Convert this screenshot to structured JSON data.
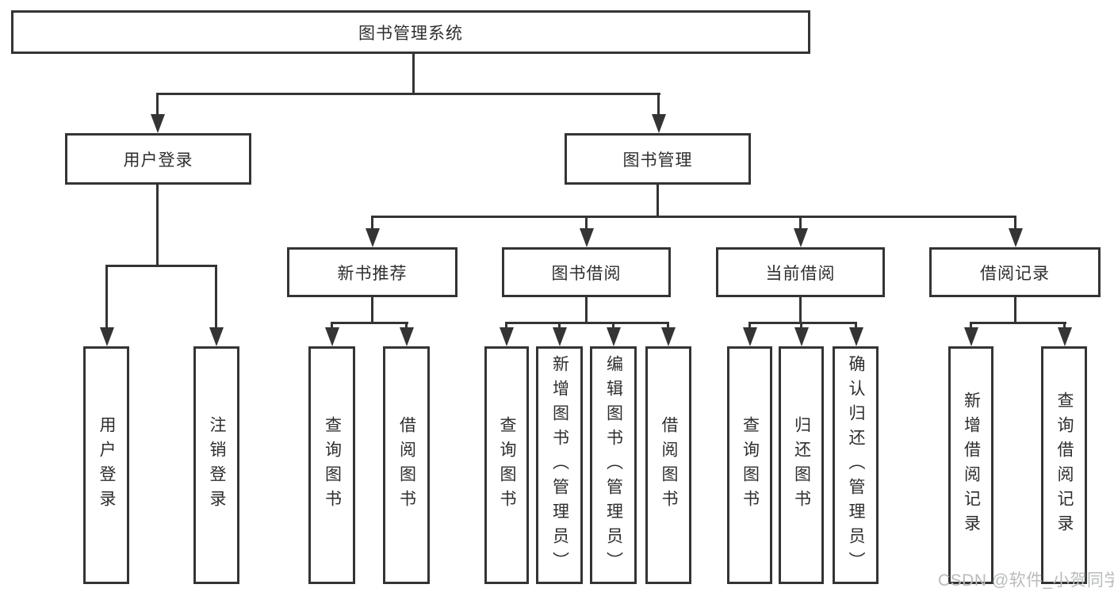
{
  "diagram": {
    "title": "图书管理系统",
    "colors": {
      "line": "#343434",
      "box_border": "#343434",
      "box_background": "#ffffff",
      "text": "#2e2e2e",
      "watermark": "#b9bbbd",
      "page_background": "#ffffff"
    },
    "root": {
      "label": "图书管理系统"
    },
    "branches": [
      {
        "label": "用户登录",
        "children": [
          {
            "label": "用户登录"
          },
          {
            "label": "注销登录"
          }
        ]
      },
      {
        "label": "图书管理",
        "children": [
          {
            "label": "新书推荐",
            "children": [
              {
                "label": "查询图书"
              },
              {
                "label": "借阅图书"
              }
            ]
          },
          {
            "label": "图书借阅",
            "children": [
              {
                "label": "查询图书"
              },
              {
                "label": "新增图书（管理员）"
              },
              {
                "label": "编辑图书（管理员）"
              },
              {
                "label": "借阅图书"
              }
            ]
          },
          {
            "label": "当前借阅",
            "children": [
              {
                "label": "查询图书"
              },
              {
                "label": "归还图书"
              },
              {
                "label": "确认归还（管理员）"
              }
            ]
          },
          {
            "label": "借阅记录",
            "children": [
              {
                "label": "新增借阅记录"
              },
              {
                "label": "查询借阅记录"
              }
            ]
          }
        ]
      }
    ],
    "watermark": "CSDN @软件_小贺同学"
  }
}
